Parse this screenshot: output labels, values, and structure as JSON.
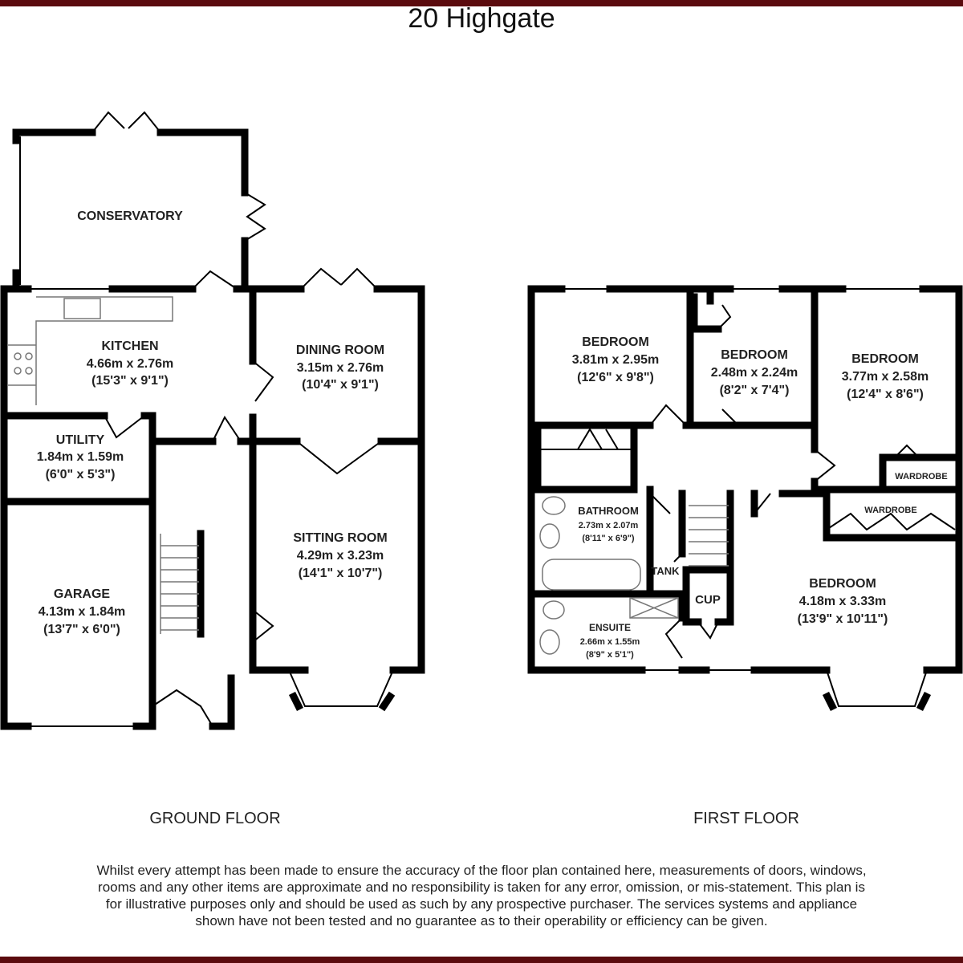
{
  "title": "20 Highgate",
  "ground_floor": {
    "label": "GROUND FLOOR",
    "rooms": {
      "conservatory": {
        "name": "CONSERVATORY"
      },
      "kitchen": {
        "name": "KITCHEN",
        "metric": "4.66m x 2.76m",
        "imperial": "(15'3\" x 9'1\")"
      },
      "dining": {
        "name": "DINING ROOM",
        "metric": "3.15m x 2.76m",
        "imperial": "(10'4\" x 9'1\")"
      },
      "utility": {
        "name": "UTILITY",
        "metric": "1.84m x 1.59m",
        "imperial": "(6'0\" x 5'3\")"
      },
      "sitting": {
        "name": "SITTING ROOM",
        "metric": "4.29m x 3.23m",
        "imperial": "(14'1\" x 10'7\")"
      },
      "garage": {
        "name": "GARAGE",
        "metric": "4.13m x 1.84m",
        "imperial": "(13'7\" x 6'0\")"
      }
    }
  },
  "first_floor": {
    "label": "FIRST FLOOR",
    "rooms": {
      "bedroom1": {
        "name": "BEDROOM",
        "metric": "3.81m x 2.95m",
        "imperial": "(12'6\" x 9'8\")"
      },
      "bedroom2": {
        "name": "BEDROOM",
        "metric": "2.48m x 2.24m",
        "imperial": "(8'2\" x 7'4\")"
      },
      "bedroom3": {
        "name": "BEDROOM",
        "metric": "3.77m x 2.58m",
        "imperial": "(12'4\" x 8'6\")"
      },
      "wardrobe1": {
        "name": "WARDROBE"
      },
      "wardrobe2": {
        "name": "WARDROBE"
      },
      "bathroom": {
        "name": "BATHROOM",
        "metric": "2.73m x 2.07m",
        "imperial": "(8'11\" x 6'9\")"
      },
      "tank": {
        "name": "TANK"
      },
      "cup": {
        "name": "CUP"
      },
      "ensuite": {
        "name": "ENSUITE",
        "metric": "2.66m x 1.55m",
        "imperial": "(8'9\" x 5'1\")"
      },
      "bedroom4": {
        "name": "BEDROOM",
        "metric": "4.18m x 3.33m",
        "imperial": "(13'9\" x 10'11\")"
      }
    }
  },
  "disclaimer": "Whilst every attempt has been made to ensure the accuracy of the floor plan contained here, measurements of doors, windows, rooms and any other items are approximate and no responsibility is taken for any error, omission, or mis-statement. This plan is for illustrative purposes only and should be used as such by any prospective purchaser. The services systems and appliance shown have not been tested and no guarantee as to their operability or efficiency can be given.",
  "colors": {
    "border": "#5b0b0e",
    "walls": "#000000"
  }
}
